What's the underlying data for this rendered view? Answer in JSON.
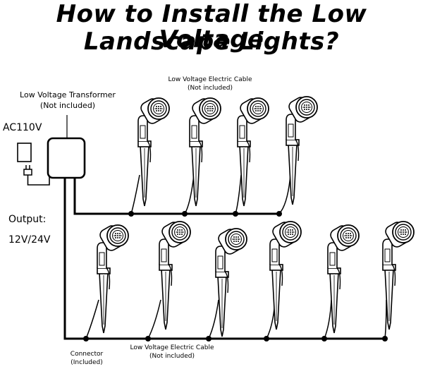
{
  "title": {
    "line1": "How to Install the Low Voltage",
    "line2": "Landscape Lights?"
  },
  "labels": {
    "cable_top": "Low Voltage Electric Cable",
    "cable_top_note": "(Not included)",
    "transformer": "Low Voltage Transformer",
    "transformer_note": "(Not included)",
    "input_voltage": "AC110V",
    "output_label": "Output:",
    "output_voltage": "12V/24V",
    "connector": "Connector",
    "connector_note": "(Included)",
    "cable_bottom": "Low Voltage Electric Cable",
    "cable_bottom_note": "(Not included)"
  },
  "icons": [
    "outlet-icon",
    "plug-icon",
    "transformer-icon",
    "spotlight-icon",
    "connector-icon"
  ]
}
